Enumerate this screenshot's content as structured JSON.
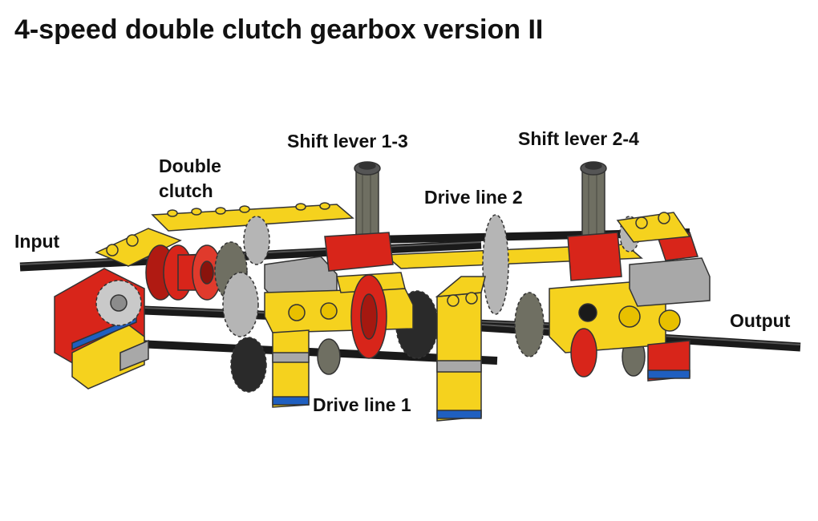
{
  "title": "4-speed double clutch gearbox version II",
  "labels": {
    "input": "Input",
    "double_clutch_line1": "Double",
    "double_clutch_line2": "clutch",
    "shift_lever_13": "Shift lever 1-3",
    "shift_lever_24": "Shift lever 2-4",
    "drive_line_2": "Drive line 2",
    "drive_line_1": "Drive line 1",
    "output": "Output"
  },
  "colors": {
    "yellow": "#f5d21e",
    "red": "#d8251a",
    "blue": "#1f5fc0",
    "gray": "#a8a8a8",
    "dark_gray": "#6f6f62",
    "black": "#1a1a1a"
  }
}
